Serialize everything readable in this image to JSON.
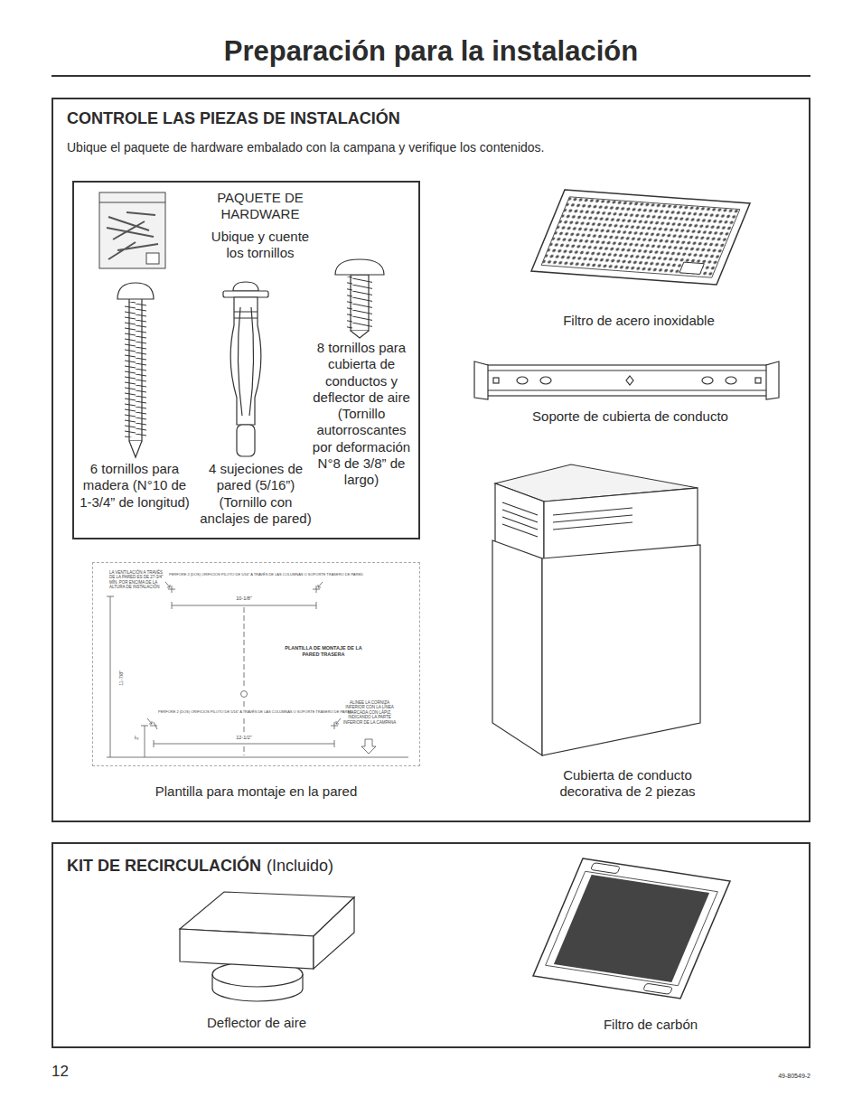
{
  "diagram": {
    "title": "Preparación para la instalación",
    "nodes": [
      {
        "text": [
          "CONTROLE LAS PIEZAS DE INSTALACIÓN",
          "Ubique el paquete de hardware embalado con la campana y verifique los contenidos."
        ]
      },
      {
        "text": [
          "PAQUETE DE HARDWARE",
          "Ubique y cuente los tornillos",
          "6 tornillos para madera (N°10 de 1-3/4” de longitud)",
          "4 sujeciones de pared (5/16”) (Tornillo con anclajes de pared)",
          "8 tornillos para cubierta de conductos y deflector de aire (Tornillo autorroscantes por deformación N°8 de 3/8” de largo)"
        ],
        "in": 0
      },
      {
        "text": [
          "Plantilla para montaje en la pared",
          "LA VENTILACIÓN A TRAVÉS DE LA PARED ES DE 27-3/4” MÍN. POR ENCIMA DE LA ALTURA DE INSTALACIÓN",
          "PERFORE 2 (DOS) ORIFICIOS PILOTO DE 5/16” A TRAVÉS DE LAS COLUMNAS O SOPORTE TRASERO DE PARED",
          "10-1/8”",
          "PLANTILLA DE MONTAJE DE LA PARED TRASERA",
          "11-7/8”",
          "PERFORE 2 (DOS) ORIFICIOS PILOTO DE 5/16” A TRAVÉS DE LAS COLUMNAS O SOPORTE TRASERO DE PARED",
          "ALINEE LA CORNIZA INFERIOR CON LA LÍNEA MARCADA CON LÁPIZ, INDICANDO LA PARTE INFERIOR DE LA CAMPANA",
          "2”",
          "12-1/2”"
        ],
        "in": 0
      },
      {
        "text": [
          "KIT DE RECIRCULACIÓN",
          "(Incluido)"
        ]
      }
    ],
    "labels": [
      "Filtro de acero inoxidable",
      "Soporte de cubierta de conducto",
      "Cubierta de conducto decorativa de 2 piezas",
      "Deflector de aire",
      "Filtro de carbón",
      "12",
      "49-80549-2"
    ]
  }
}
